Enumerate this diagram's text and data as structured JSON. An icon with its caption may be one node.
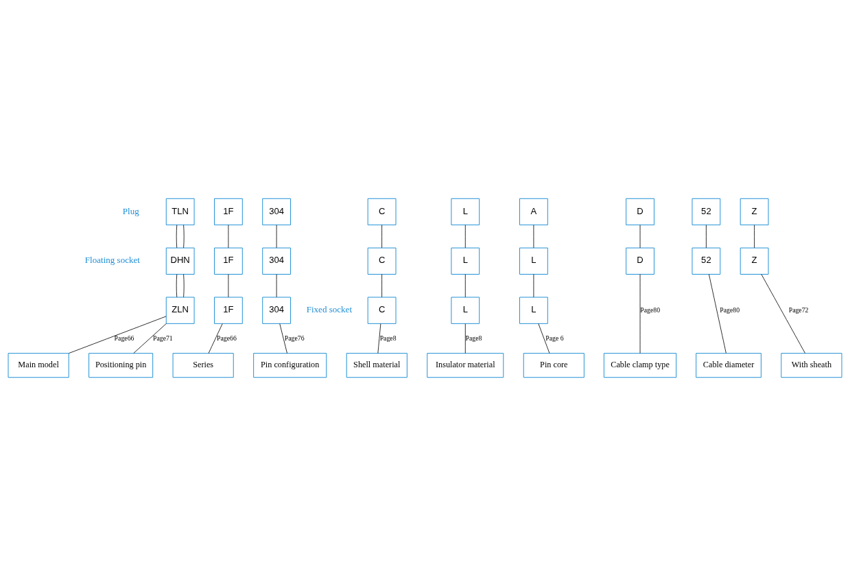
{
  "diagram": {
    "nodes": [
      {
        "text": [
          "TLN"
        ]
      },
      {
        "text": [
          "1F"
        ]
      },
      {
        "text": [
          "304"
        ]
      },
      {
        "text": [
          "C"
        ]
      },
      {
        "text": [
          "L"
        ]
      },
      {
        "text": [
          "A"
        ]
      },
      {
        "text": [
          "D"
        ]
      },
      {
        "text": [
          "52"
        ]
      },
      {
        "text": [
          "Z"
        ]
      },
      {
        "text": [
          "DHN"
        ]
      },
      {
        "text": [
          "1F"
        ]
      },
      {
        "text": [
          "304"
        ]
      },
      {
        "text": [
          "C"
        ]
      },
      {
        "text": [
          "L"
        ]
      },
      {
        "text": [
          "L"
        ]
      },
      {
        "text": [
          "D"
        ]
      },
      {
        "text": [
          "52"
        ]
      },
      {
        "text": [
          "Z"
        ]
      },
      {
        "text": [
          "ZLN"
        ]
      },
      {
        "text": [
          "1F"
        ]
      },
      {
        "text": [
          "304"
        ]
      },
      {
        "text": [
          "C"
        ]
      },
      {
        "text": [
          "L"
        ]
      },
      {
        "text": [
          "L"
        ]
      },
      {
        "text": [
          "Main model"
        ]
      },
      {
        "text": [
          "Positioning pin"
        ]
      },
      {
        "text": [
          "Series"
        ]
      },
      {
        "text": [
          "Pin configuration"
        ]
      },
      {
        "text": [
          "Shell material"
        ]
      },
      {
        "text": [
          "With sheath"
        ]
      },
      {
        "text": [
          "Cable diameter"
        ]
      },
      {
        "text": [
          "Cable clamp type"
        ]
      },
      {
        "text": [
          "Pin core"
        ]
      },
      {
        "text": [
          "Insulator material"
        ]
      }
    ],
    "edges": [
      {
        "from": 0,
        "to": 9,
        "arrow": "none"
      },
      {
        "from": 0,
        "to": 9,
        "arrow": "none"
      },
      {
        "from": 1,
        "to": 10,
        "arrow": "none"
      },
      {
        "from": 2,
        "to": 11,
        "arrow": "none"
      },
      {
        "from": 3,
        "to": 12,
        "arrow": "none"
      },
      {
        "from": 4,
        "to": 13,
        "arrow": "none"
      },
      {
        "from": 5,
        "to": 14,
        "arrow": "none"
      },
      {
        "from": 6,
        "to": 15,
        "arrow": "none"
      },
      {
        "from": 7,
        "to": 16,
        "arrow": "none"
      },
      {
        "from": 8,
        "to": 17,
        "arrow": "none"
      },
      {
        "from": 9,
        "to": 18,
        "arrow": "none"
      },
      {
        "from": 9,
        "to": 18,
        "arrow": "none"
      },
      {
        "from": 10,
        "to": 19,
        "arrow": "none"
      },
      {
        "from": 11,
        "to": 20,
        "arrow": "none"
      },
      {
        "from": 12,
        "to": 21,
        "arrow": "none"
      },
      {
        "from": 13,
        "to": 22,
        "arrow": "none"
      },
      {
        "from": 14,
        "to": 23,
        "arrow": "none"
      },
      {
        "from": 18,
        "to": 24,
        "arrow": "none",
        "label": "Page66"
      },
      {
        "from": 18,
        "to": 25,
        "arrow": "none",
        "label": "Page71"
      },
      {
        "from": 19,
        "to": 26,
        "arrow": "none",
        "label": "Page66"
      },
      {
        "from": 20,
        "to": 27,
        "arrow": "none",
        "label": "Page76"
      },
      {
        "from": 21,
        "to": 28,
        "arrow": "none",
        "label": "Page8"
      },
      {
        "from": 17,
        "to": 29,
        "arrow": "none",
        "label": "Page72"
      },
      {
        "from": 16,
        "to": 30,
        "arrow": "none",
        "label": "Page80"
      },
      {
        "from": 15,
        "to": 31,
        "arrow": "none",
        "label": "Page80"
      },
      {
        "from": 23,
        "to": 32,
        "arrow": "none",
        "label": "Page 6"
      },
      {
        "from": 22,
        "to": 33,
        "arrow": "none",
        "label": "Page8"
      }
    ],
    "labels": [
      "Plug",
      "Floating socket",
      "Fixed socket"
    ]
  }
}
